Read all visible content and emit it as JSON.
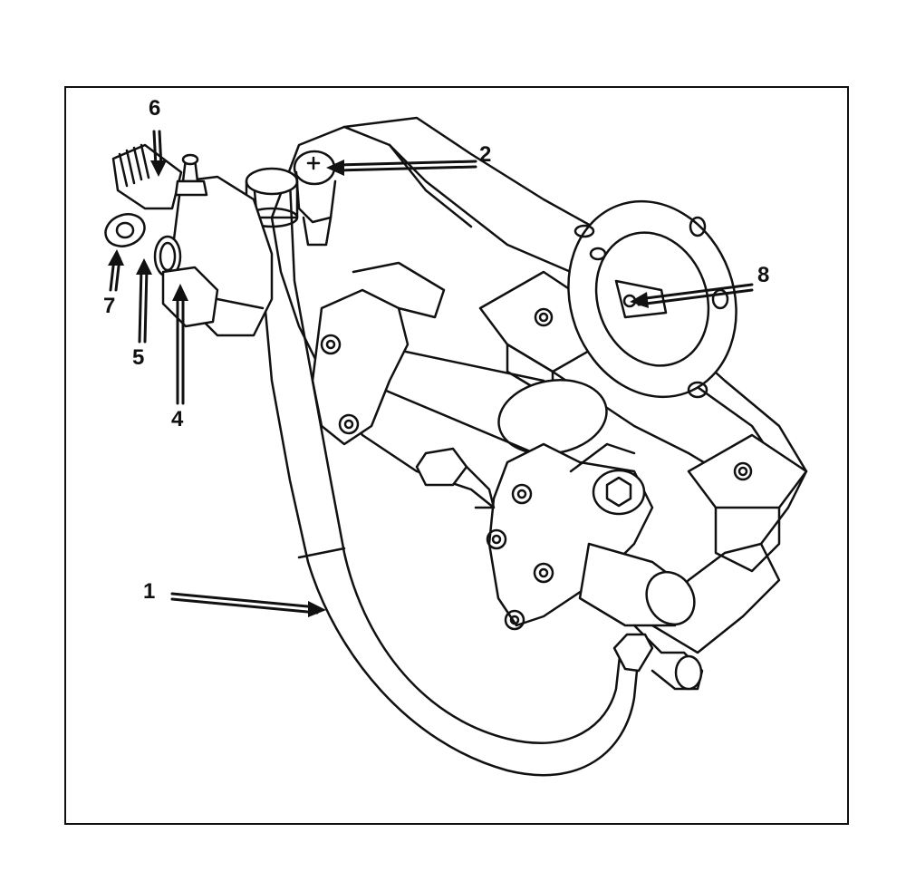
{
  "figure": {
    "callouts": [
      {
        "id": "1",
        "label": "1"
      },
      {
        "id": "2",
        "label": "2"
      },
      {
        "id": "4",
        "label": "4"
      },
      {
        "id": "5",
        "label": "5"
      },
      {
        "id": "6",
        "label": "6"
      },
      {
        "id": "7",
        "label": "7"
      },
      {
        "id": "8",
        "label": "8"
      }
    ],
    "line_color": "#111111",
    "background": "#ffffff"
  }
}
